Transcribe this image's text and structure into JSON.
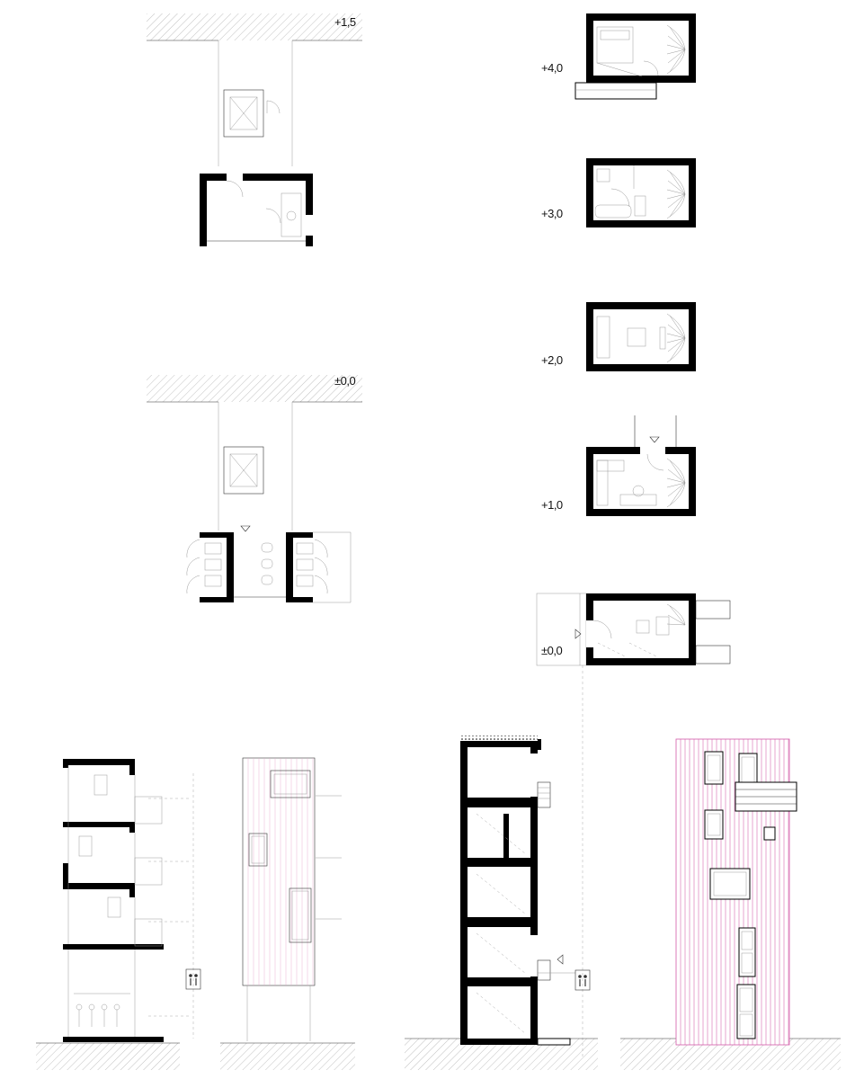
{
  "levels": {
    "hub_upper": "+1,5",
    "hub_ground": "±0,0",
    "tower_4": "+4,0",
    "tower_3": "+3,0",
    "tower_2": "+2,0",
    "tower_1": "+1,0",
    "tower_0": "±0,0"
  },
  "colors": {
    "wall": "#000000",
    "line": "#333333",
    "facade_cladding": "#d35aa8",
    "ground_hatch": "#999999"
  },
  "icons": {
    "toilet_sign": "wc-sign-icon",
    "entrance_marker": "entrance-triangle-icon"
  }
}
